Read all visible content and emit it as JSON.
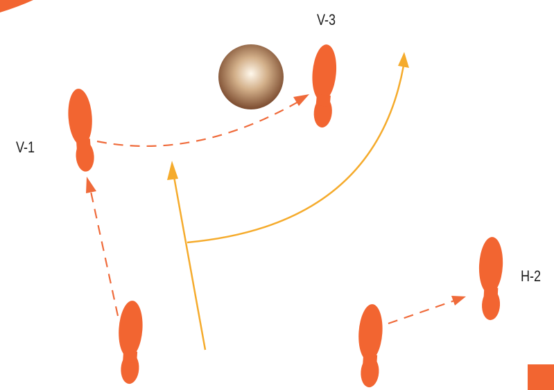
{
  "labels": {
    "v1": "V-1",
    "v3": "V-3",
    "h2": "H-2"
  },
  "colors": {
    "footprint": "#f26531",
    "step_arrow": "#ef6a3a",
    "movement_arrow": "#f5ab2c",
    "ball_highlight": "#fff8ec",
    "ball_mid": "#d3b08a",
    "ball_edge": "#7a4a2e",
    "corner_square": "#f26531",
    "corner_swoosh": "#f26531"
  },
  "icons": {
    "footprint": "footprint-icon",
    "ball": "ball-icon",
    "arrowhead": "arrowhead-icon"
  }
}
